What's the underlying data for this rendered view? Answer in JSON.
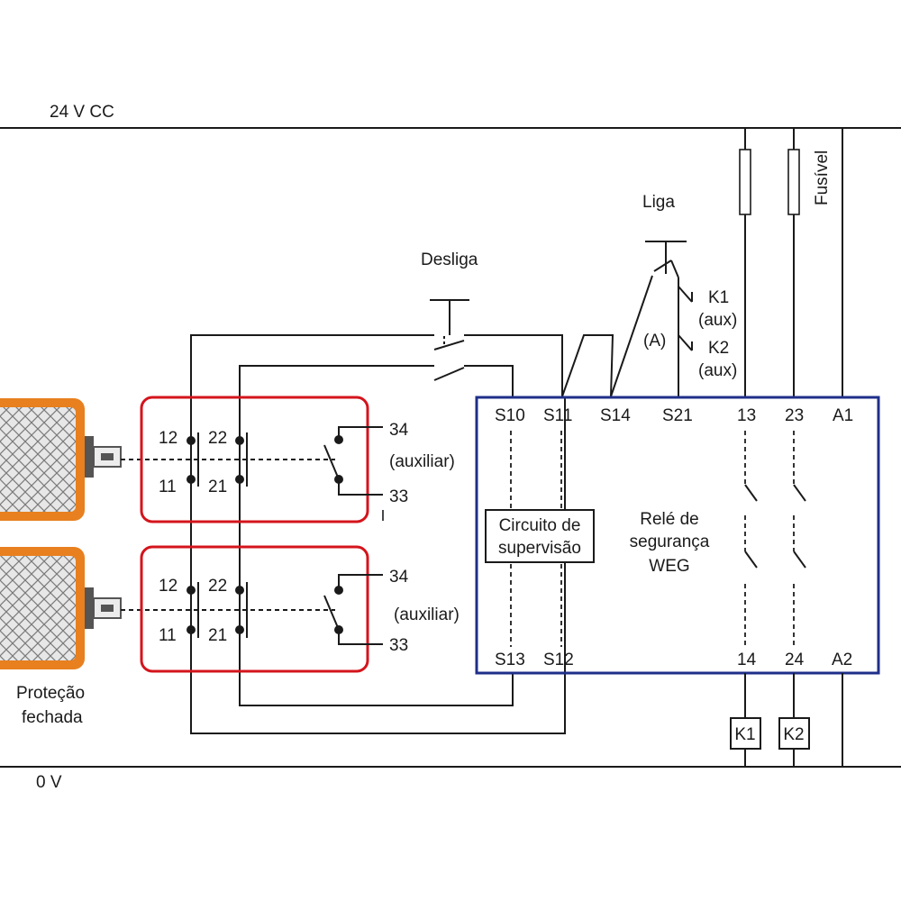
{
  "supply": {
    "positive_label": "24 V CC",
    "negative_label": "0 V",
    "fuse_label": "Fusível"
  },
  "buttons": {
    "stop_label": "Desliga",
    "start_label": "Liga",
    "start_note": "(A)"
  },
  "aux_contacts": {
    "k1_label": "K1",
    "k1_sub": "(aux)",
    "k2_label": "K2",
    "k2_sub": "(aux)"
  },
  "switch_top": {
    "pin_12": "12",
    "pin_22": "22",
    "pin_11": "11",
    "pin_21": "21",
    "pin_34": "34",
    "pin_33": "33",
    "aux_label": "(auxiliar)"
  },
  "switch_bottom": {
    "pin_12": "12",
    "pin_22": "22",
    "pin_11": "11",
    "pin_21": "21",
    "pin_34": "34",
    "pin_33": "33",
    "aux_label": "(auxiliar)"
  },
  "guard": {
    "label_line1": "Proteção",
    "label_line2": "fechada"
  },
  "relay": {
    "terminals_top": [
      "S10",
      "S11",
      "S14",
      "S21",
      "13",
      "23",
      "A1"
    ],
    "terminals_bottom": [
      "S13",
      "S12",
      "14",
      "24",
      "A2"
    ],
    "supervision_line1": "Circuito de",
    "supervision_line2": "supervisão",
    "name_line1": "Relé de",
    "name_line2": "segurança",
    "name_line3": "WEG",
    "border_color": "#1f2f8a"
  },
  "contactors": [
    "K1",
    "K2"
  ],
  "colors": {
    "switch_box": "#d4141c",
    "guard_frame": "#e8801f",
    "relay_box": "#1f2f8a"
  }
}
